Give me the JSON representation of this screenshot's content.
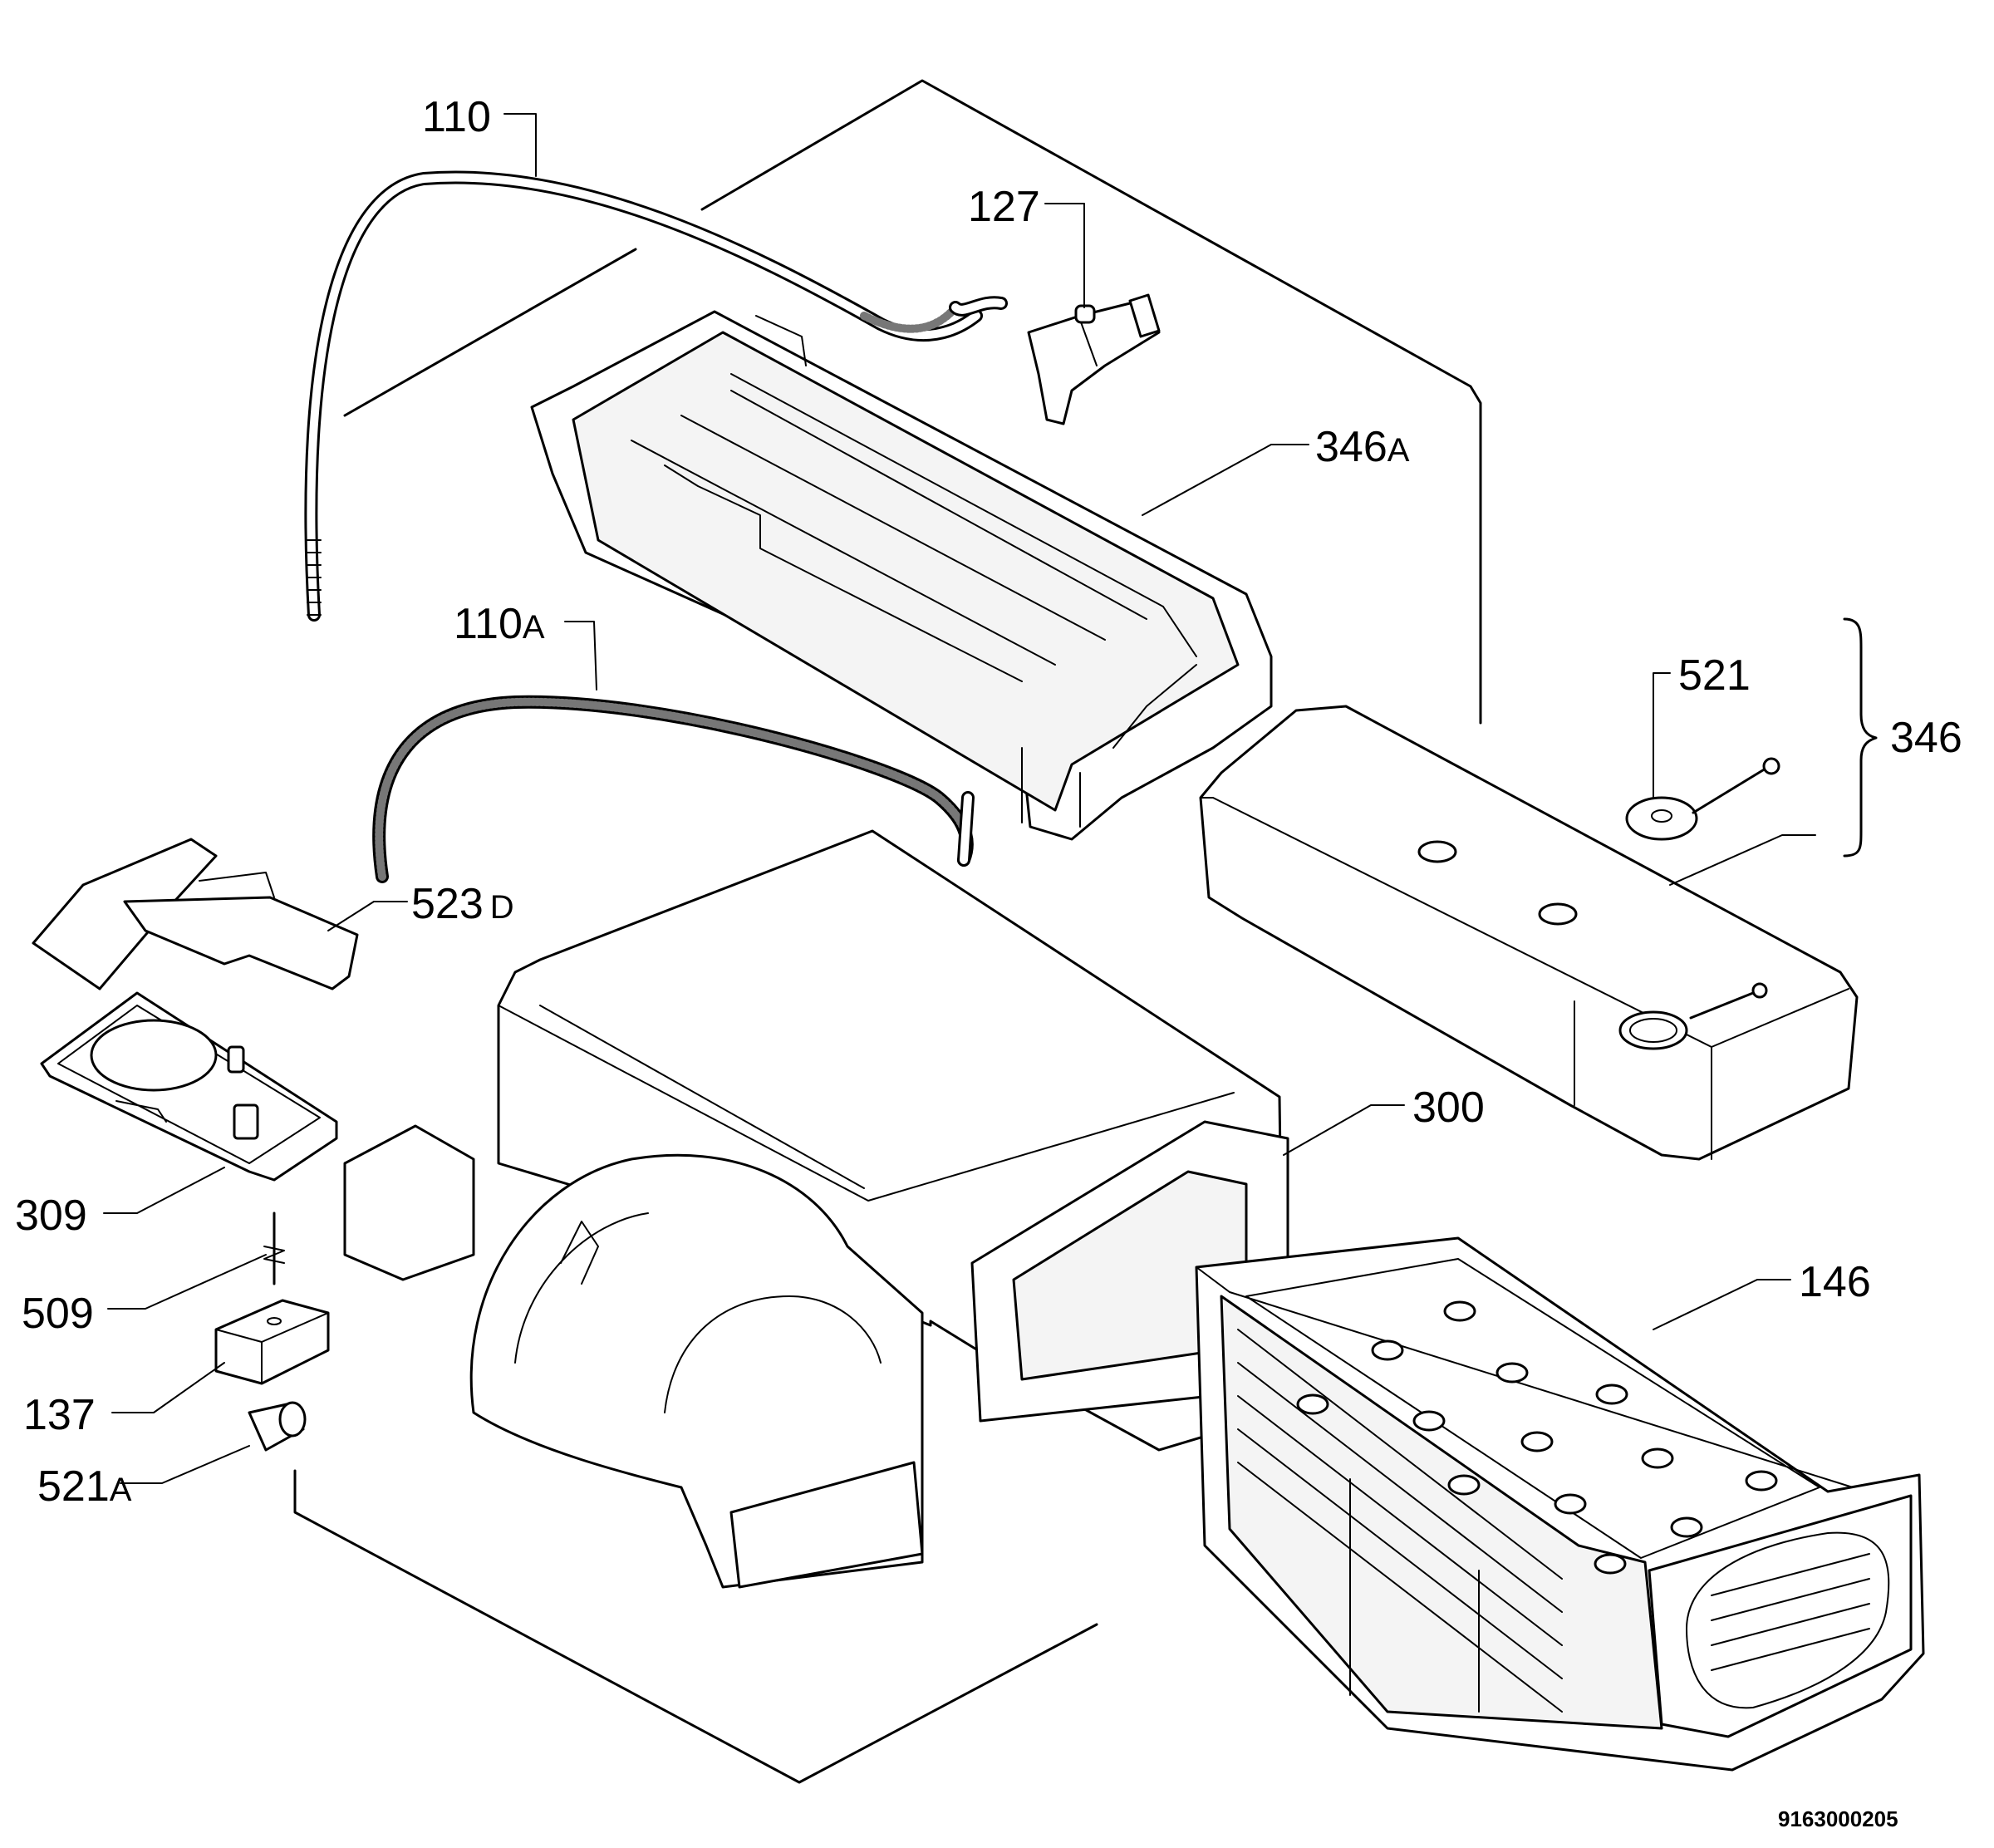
{
  "labels": {
    "p110": {
      "main": "110"
    },
    "p127": {
      "main": "127"
    },
    "p346a": {
      "main": "346",
      "suffix": "A"
    },
    "p110a": {
      "main": "110",
      "suffix": "A"
    },
    "p521": {
      "main": "521"
    },
    "p346": {
      "main": "346"
    },
    "p523d": {
      "main": "523",
      "suffix": "D"
    },
    "p300": {
      "main": "300"
    },
    "p309": {
      "main": "309"
    },
    "p509": {
      "main": "509"
    },
    "p146": {
      "main": "146"
    },
    "p137": {
      "main": "137"
    },
    "p521a": {
      "main": "521",
      "suffix": "A"
    }
  },
  "document_id": "9163000205"
}
